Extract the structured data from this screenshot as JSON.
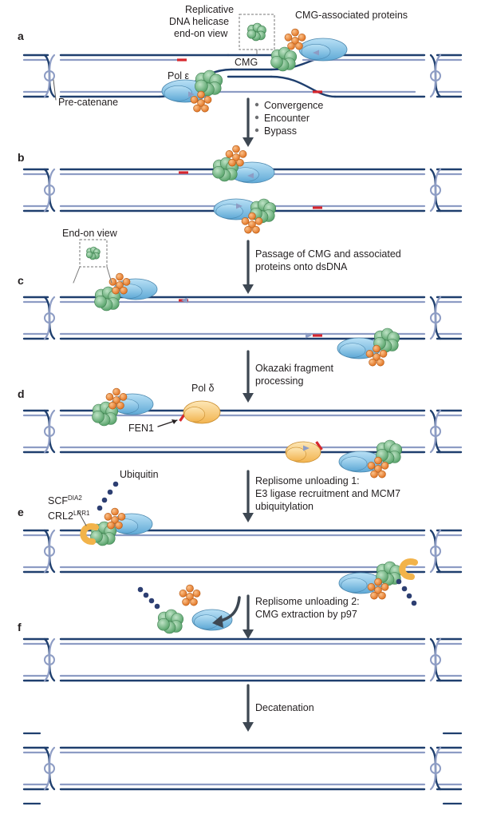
{
  "panels": [
    {
      "letter": "a"
    },
    {
      "letter": "b"
    },
    {
      "letter": "c"
    },
    {
      "letter": "d"
    },
    {
      "letter": "e"
    },
    {
      "letter": "f"
    }
  ],
  "labels": {
    "replicative_1": "Replicative",
    "replicative_2": "DNA helicase",
    "replicative_3": "end-on view",
    "cmg_assoc": "CMG-associated proteins",
    "cmg": "CMG",
    "pol_e": "Pol ε",
    "precatenane": "Pre-catenane",
    "end_on": "End-on view",
    "pol_d": "Pol δ",
    "fen1": "FEN1",
    "ubiquitin": "Ubiquitin",
    "scf": "SCF",
    "scf_sup": "DIA2",
    "crl": "CRL2",
    "crl_sup": "LRR1"
  },
  "steps": [
    {
      "lines": [
        "Convergence",
        "Encounter",
        "Bypass"
      ],
      "bulleted": true
    },
    {
      "lines": [
        "Passage of CMG and associated",
        "proteins onto dsDNA"
      ],
      "bulleted": false
    },
    {
      "lines": [
        "Okazaki fragment",
        "processing"
      ],
      "bulleted": false
    },
    {
      "lines": [
        "Replisome unloading 1:",
        "E3 ligase recruitment and MCM7",
        "ubiquitylation"
      ],
      "bulleted": false
    },
    {
      "lines": [
        "Replisome unloading 2:",
        "CMG extraction by p97"
      ],
      "bulleted": false
    },
    {
      "lines": [
        "Decatenation"
      ],
      "bulleted": false
    }
  ],
  "colors": {
    "dark_strand": "#1f3f6e",
    "light_strand": "#8d9cc4",
    "helicase": "#7cbf8c",
    "pol_epsilon": "#8ec8e8",
    "orange_protein": "#f08a3c",
    "pol_delta": "#f9cf7e",
    "primer": "#d6262d",
    "ubiquitin": "#2d3f72",
    "arrow": "#3d4752"
  }
}
